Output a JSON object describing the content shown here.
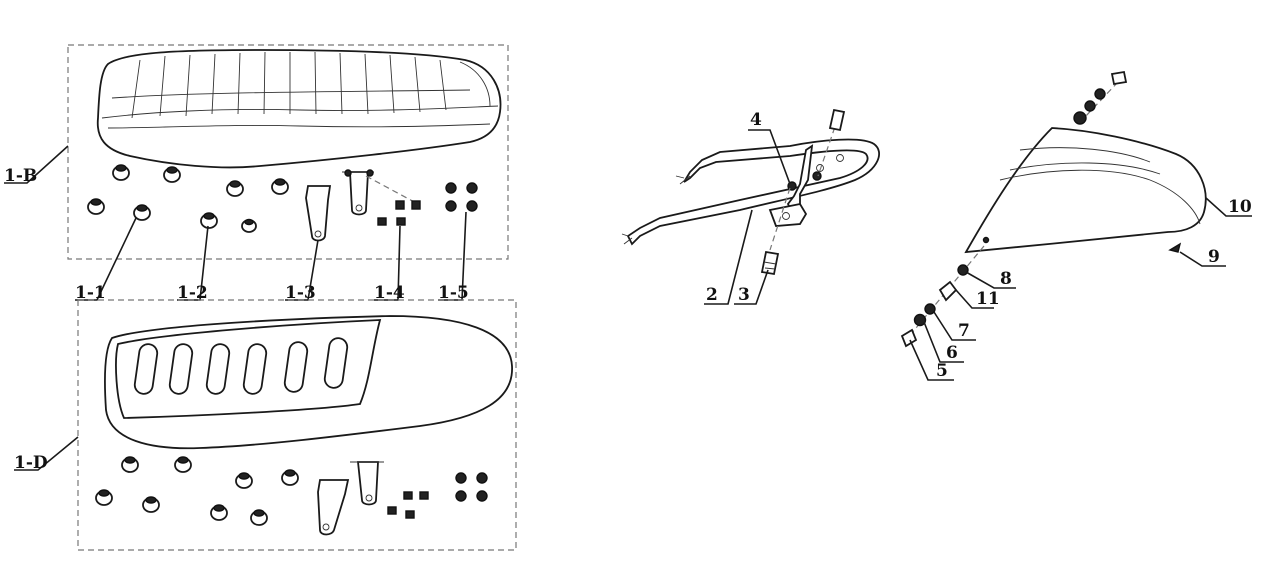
{
  "labels": {
    "l_1B": "1-B",
    "l_1D": "1-D",
    "l_1_1": "1-1",
    "l_1_2": "1-2",
    "l_1_3": "1-3",
    "l_1_4": "1-4",
    "l_1_5": "1-5",
    "l_2": "2",
    "l_3": "3",
    "l_4": "4",
    "l_5": "5",
    "l_6": "6",
    "l_7": "7",
    "l_8": "8",
    "l_9": "9",
    "l_10": "10",
    "l_11": "11"
  }
}
